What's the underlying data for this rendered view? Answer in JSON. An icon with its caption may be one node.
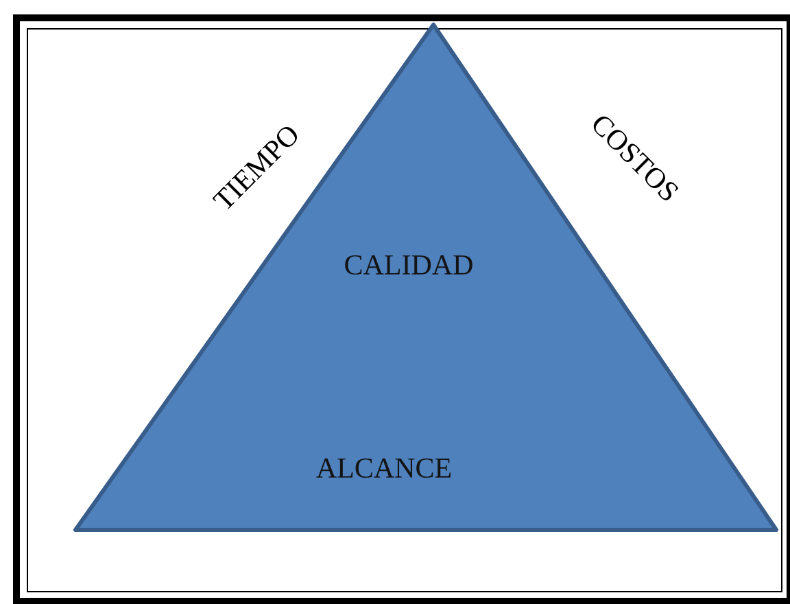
{
  "diagram": {
    "nodes": [
      {
        "text": [
          "CALIDAD",
          "ALCANCE"
        ]
      }
    ],
    "labels": [
      "TIEMPO",
      "COSTOS"
    ]
  }
}
